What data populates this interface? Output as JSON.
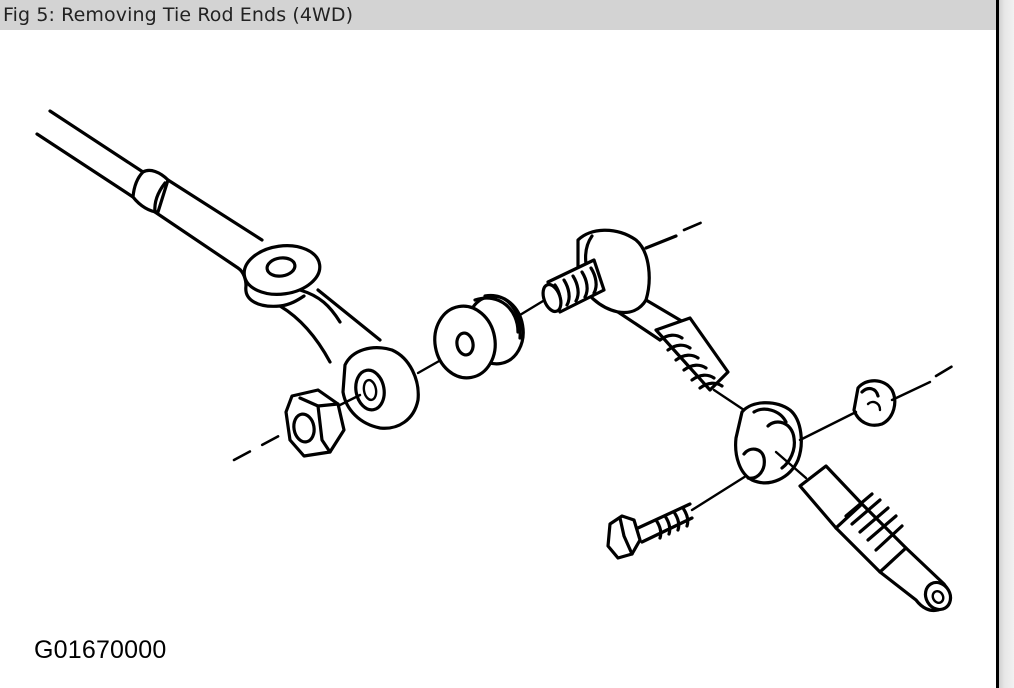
{
  "figure": {
    "title": "Fig 5: Removing Tie Rod Ends (4WD)",
    "code": "G01670000",
    "colors": {
      "title_bar_bg": "#d3d3d3",
      "title_text": "#222222",
      "border": "#000000",
      "ink": "#000000",
      "background": "#ffffff"
    }
  },
  "diagram": {
    "subject": "Exploded view of 4WD tie rod end assembly",
    "parts": [
      {
        "name": "tie-rod",
        "description": "Long tie rod with eye end (upper left)"
      },
      {
        "name": "drag-link-arm",
        "description": "Arm with bushing eye"
      },
      {
        "name": "hex-nut",
        "description": "Hex nut on left axis"
      },
      {
        "name": "bushing",
        "description": "Grooved rubber bushing"
      },
      {
        "name": "tie-rod-end",
        "description": "Tie rod end with threaded stud and threaded shank"
      },
      {
        "name": "adjuster-clamp",
        "description": "Split clamp / adjuster sleeve"
      },
      {
        "name": "castle-nut",
        "description": "Castellated nut (right axis)"
      },
      {
        "name": "clamp-bolt",
        "description": "Hex head clamp bolt"
      },
      {
        "name": "adjuster-sleeve",
        "description": "Knurled adjuster sleeve (lower right)"
      }
    ]
  }
}
